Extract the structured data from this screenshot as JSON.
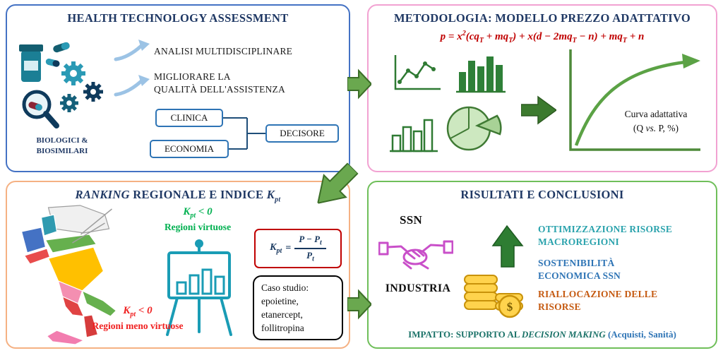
{
  "hta": {
    "title": "HEALTH TECHNOLOGY ASSESSMENT",
    "caption": "BIOLOGICI &\nBIOSIMILARI",
    "point1": "ANALISI MULTIDISCIPLINARE",
    "point2": "MIGLIORARE LA\nQUALITÀ DELL'ASSISTENZA",
    "clinica": "CLINICA",
    "economia": "ECONOMIA",
    "decisore": "DECISORE"
  },
  "metodologia": {
    "title": "METODOLOGIA: MODELLO PREZZO ADATTATIVO",
    "formula": {
      "f1": "p = x",
      "sup": "2",
      "f2": "(cq",
      "t1": "T",
      "f3": " + mq",
      "t2": "T",
      "f4": ") + x(d − 2mq",
      "t3": "T",
      "f5": " − n) + mq",
      "t4": "T",
      "f6": " + n"
    },
    "curve_line1": "Curva adattativa",
    "curve_open": "(Q ",
    "curve_vs": "vs.",
    "curve_close": " P, %)"
  },
  "ranking": {
    "title_ranking": "RANKING",
    "title_mid": " REGIONALE E INDICE ",
    "title_k": "K",
    "title_ksub": "pt",
    "green_k": "K",
    "green_ksub": "pt",
    "green_cmp": " < 0",
    "green_label": "Regioni virtuose",
    "red_k": "K",
    "red_ksub": "pt",
    "red_cmp": " < 0",
    "red_label": "Regioni meno virtuose",
    "formula": {
      "k": "K",
      "ksub": "pt",
      "eq": "=",
      "num": "P − P",
      "num_sub": "t",
      "den": "P",
      "den_sub": "t"
    },
    "caso_studio": "Caso studio:\nepoietine,\netanercept,\nfollitropina"
  },
  "risultati": {
    "title": "RISULTATI E CONCLUSIONI",
    "ssn": "SSN",
    "industria": "INDUSTRIA",
    "coin_symbol": "$",
    "bullet1": "OTTIMIZZAZIONE RISORSE\nMACROREGIONI",
    "bullet2": "SOSTENIBILITÀ\nECONOMICA SSN",
    "bullet3": "RIALLOCAZIONE DELLE\nRISORSE",
    "impact_a": "IMPATTO: SUPPORTO AL ",
    "impact_b": "DECISION MAKING",
    "impact_c": " (Acquisti, Sanità)"
  },
  "colors": {
    "panel_hta_border": "#4472c4",
    "panel_met_border": "#f2a2d2",
    "panel_rank_border": "#f5b183",
    "panel_ris_border": "#6fbf5a",
    "title_navy": "#1f3864",
    "formula_red": "#c00000",
    "green_text": "#00b050",
    "red_text": "#f02020",
    "teal_text": "#2ba3ad",
    "blue_text": "#2e74b5",
    "orange_text": "#c55a11",
    "impact_teal": "#1b7268",
    "arrow_green": "#6aa84f"
  }
}
